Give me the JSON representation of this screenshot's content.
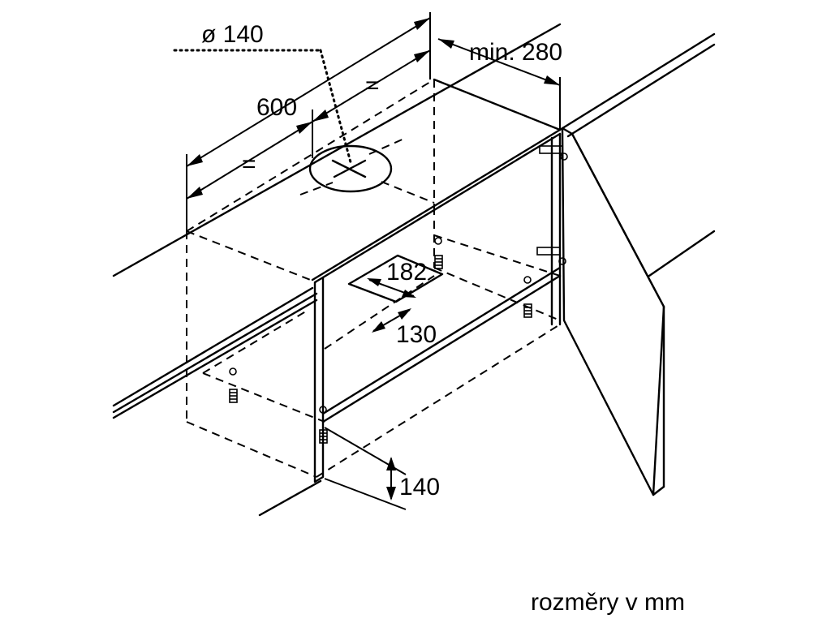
{
  "labels": {
    "diameter": "ø 140",
    "min_depth": "min. 280",
    "equal_1": "=",
    "width": "600",
    "equal_2": "=",
    "cutout_depth": "182",
    "cutout_width": "130",
    "bottom_height": "140",
    "units_note": "rozměry v mm"
  }
}
